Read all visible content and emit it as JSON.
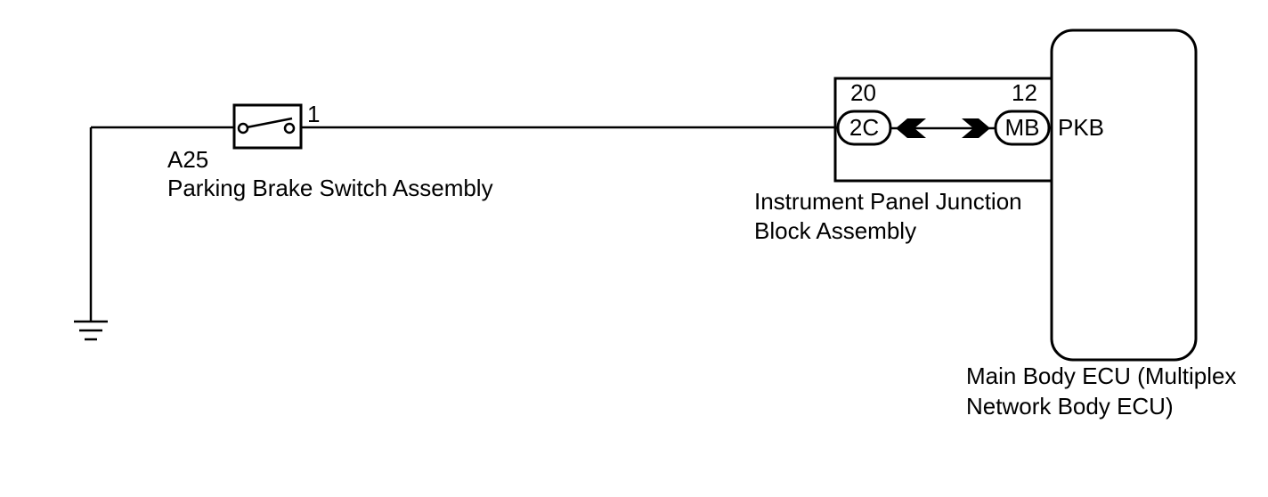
{
  "switch": {
    "code": "A25",
    "name": "Parking Brake Switch Assembly",
    "pin": "1"
  },
  "junction_block": {
    "name_line1": "Instrument Panel Junction",
    "name_line2": "Block Assembly",
    "left_connector": {
      "pin": "20",
      "id": "2C"
    },
    "right_connector": {
      "pin": "12",
      "id": "MB"
    }
  },
  "ecu": {
    "terminal": "PKB",
    "name_line1": "Main Body ECU (Multiplex",
    "name_line2": "Network Body ECU)"
  },
  "colors": {
    "line": "#000000",
    "background": "#ffffff"
  },
  "icons": [
    "ground-icon",
    "switch-icon",
    "connector-arrow-icon"
  ]
}
